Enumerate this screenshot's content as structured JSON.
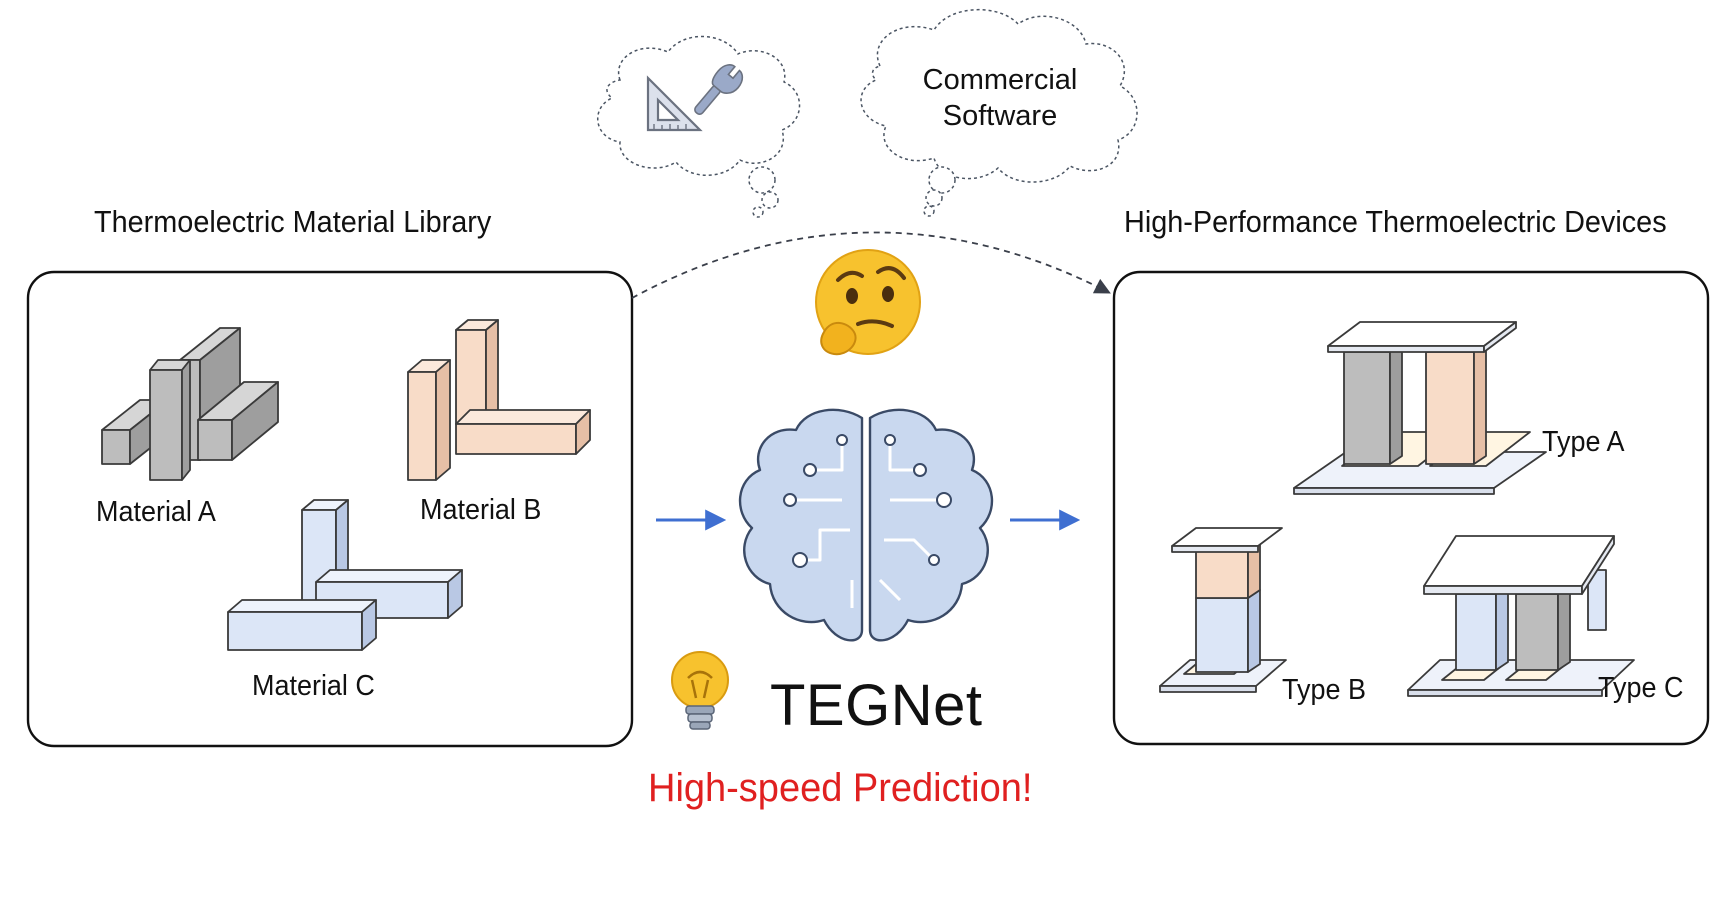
{
  "library": {
    "title": "Thermoelectric Material Library",
    "materials": [
      "Material A",
      "Material B",
      "Material C"
    ]
  },
  "devices": {
    "title": "High-Performance Thermoelectric Devices",
    "types": [
      "Type A",
      "Type B",
      "Type C"
    ]
  },
  "cloud": {
    "software_line1": "Commercial",
    "software_line2": "Software",
    "icons": [
      "set-square-icon",
      "wrench-icon"
    ]
  },
  "center": {
    "model_name": "TEGNet",
    "tagline": "High-speed Prediction!",
    "icons": [
      "thinking-face-icon",
      "brain-circuit-icon",
      "lightbulb-icon"
    ]
  },
  "colors": {
    "gray": "#bdbdbd",
    "peach": "#f8dcc8",
    "blue": "#dce6f7",
    "red": "#e02020",
    "arrow": "#3f6fd1",
    "brain": "#c9d8ef"
  }
}
